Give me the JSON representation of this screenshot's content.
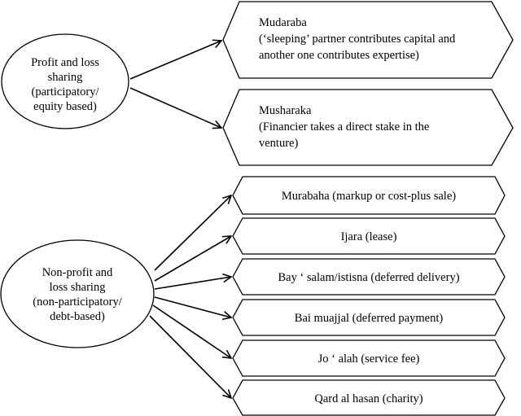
{
  "categories": [
    {
      "id": "pls",
      "lines": [
        "Profit and loss",
        "sharing",
        "(participatory/",
        "equity based)"
      ],
      "instruments": [
        {
          "lines": [
            "Mudaraba",
            "(‘sleeping’ partner contributes capital and",
            "another one contributes expertise)"
          ]
        },
        {
          "lines": [
            "Musharaka",
            "(Financier takes a direct stake in the",
            "venture)"
          ]
        }
      ]
    },
    {
      "id": "npls",
      "lines": [
        "Non-profit and",
        "loss sharing",
        "(non-participatory/",
        "debt-based)"
      ],
      "instruments": [
        {
          "lines": [
            "Murabaha (markup or cost-plus sale)"
          ]
        },
        {
          "lines": [
            "Ijara (lease)"
          ]
        },
        {
          "lines": [
            "Bay ‘ salam/istisna (deferred delivery)"
          ]
        },
        {
          "lines": [
            "Bai muajjal (deferred payment)"
          ]
        },
        {
          "lines": [
            "Jo ‘ alah (service fee)"
          ]
        },
        {
          "lines": [
            "Qard al hasan (charity)"
          ]
        }
      ]
    }
  ]
}
